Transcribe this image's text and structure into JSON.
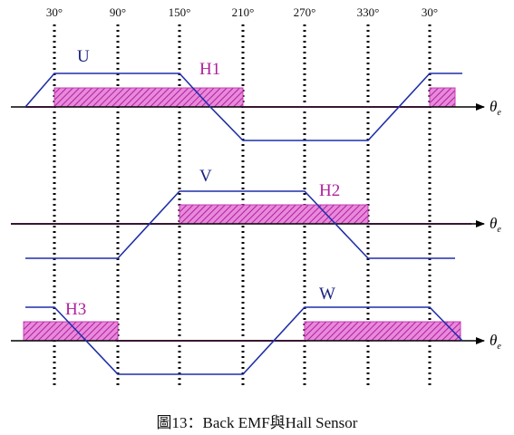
{
  "angle_labels": [
    "30°",
    "90°",
    "150°",
    "210°",
    "270°",
    "330°",
    "30°"
  ],
  "axis_symbol": "θ",
  "axis_subscript": "e",
  "channels": [
    {
      "emf_label": "U",
      "hall_label": "H1"
    },
    {
      "emf_label": "V",
      "hall_label": "H2"
    },
    {
      "emf_label": "W",
      "hall_label": "H3"
    }
  ],
  "caption": "圖13：Back EMF與Hall Sensor",
  "colors": {
    "emf_line": "#1f2fa8",
    "hall_band": "#e05ad0",
    "hall_hatch": "#b0209c",
    "axis": "#000000",
    "guide_dots": "#000000"
  }
}
